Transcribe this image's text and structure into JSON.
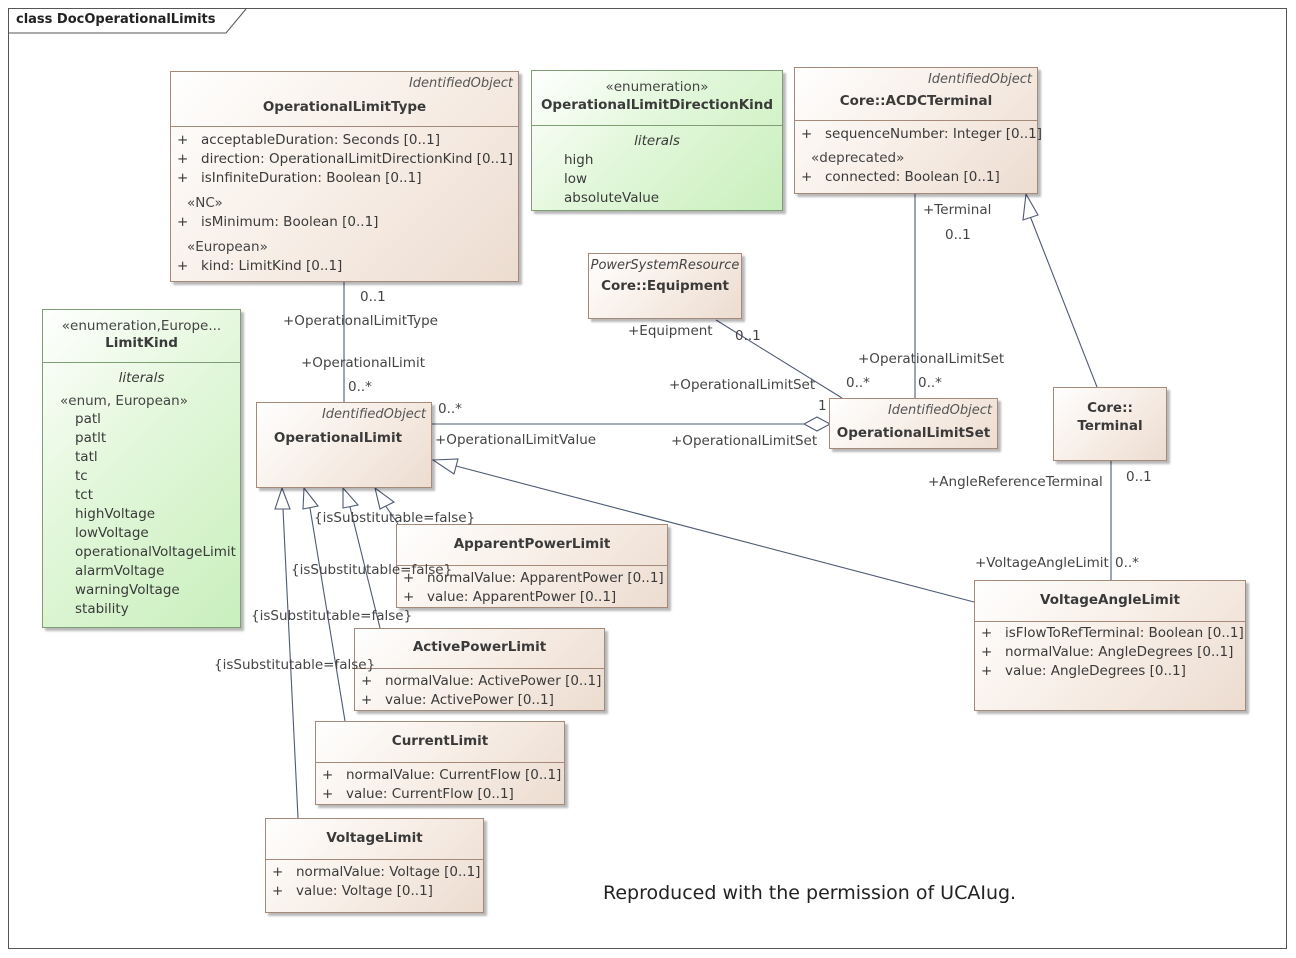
{
  "frame_title": "class DocOperationalLimits",
  "footer_note": "Reproduced with the permission of UCAIug.",
  "classes": {
    "operational_limit_type": {
      "stereotype": "IdentifiedObject",
      "name": "OperationalLimitType",
      "attrs": [
        {
          "vis": "+",
          "text": "acceptableDuration: Seconds [0..1]"
        },
        {
          "vis": "+",
          "text": "direction: OperationalLimitDirectionKind [0..1]"
        },
        {
          "vis": "+",
          "text": "isInfiniteDuration: Boolean [0..1]"
        }
      ],
      "group_nc": "«NC»",
      "attr_nc": {
        "vis": "+",
        "text": "isMinimum: Boolean [0..1]"
      },
      "group_european": "«European»",
      "attr_european": {
        "vis": "+",
        "text": "kind: LimitKind [0..1]"
      }
    },
    "direction_kind": {
      "stereotype": "«enumeration»",
      "name": "OperationalLimitDirectionKind",
      "literals_header": "literals",
      "literals": [
        "high",
        "low",
        "absoluteValue"
      ]
    },
    "acdc_terminal": {
      "stereotype": "IdentifiedObject",
      "name": "Core::ACDCTerminal",
      "attr_seq": {
        "vis": "+",
        "text": "sequenceNumber: Integer [0..1]"
      },
      "group_deprecated": "«deprecated»",
      "attr_connected": {
        "vis": "+",
        "text": "connected: Boolean [0..1]"
      }
    },
    "equipment": {
      "stereotype": "PowerSystemResource",
      "name": "Core::Equipment"
    },
    "limit_kind": {
      "stereotype": "«enumeration,Europe...",
      "name": "LimitKind",
      "literals_header": "literals",
      "group": "«enum, European»",
      "literals": [
        "patl",
        "patlt",
        "tatl",
        "tc",
        "tct",
        "highVoltage",
        "lowVoltage",
        "operationalVoltageLimit",
        "alarmVoltage",
        "warningVoltage",
        "stability"
      ]
    },
    "operational_limit": {
      "stereotype": "IdentifiedObject",
      "name": "OperationalLimit"
    },
    "operational_limit_set": {
      "stereotype": "IdentifiedObject",
      "name": "OperationalLimitSet"
    },
    "terminal": {
      "name_line1": "Core::",
      "name_line2": "Terminal"
    },
    "apparent_power_limit": {
      "name": "ApparentPowerLimit",
      "attrs": [
        {
          "vis": "+",
          "text": "normalValue: ApparentPower [0..1]"
        },
        {
          "vis": "+",
          "text": "value: ApparentPower [0..1]"
        }
      ]
    },
    "active_power_limit": {
      "name": "ActivePowerLimit",
      "attrs": [
        {
          "vis": "+",
          "text": "normalValue: ActivePower [0..1]"
        },
        {
          "vis": "+",
          "text": "value: ActivePower [0..1]"
        }
      ]
    },
    "current_limit": {
      "name": "CurrentLimit",
      "attrs": [
        {
          "vis": "+",
          "text": "normalValue: CurrentFlow [0..1]"
        },
        {
          "vis": "+",
          "text": "value: CurrentFlow [0..1]"
        }
      ]
    },
    "voltage_limit": {
      "name": "VoltageLimit",
      "attrs": [
        {
          "vis": "+",
          "text": "normalValue: Voltage [0..1]"
        },
        {
          "vis": "+",
          "text": "value: Voltage [0..1]"
        }
      ]
    },
    "voltage_angle_limit": {
      "name": "VoltageAngleLimit",
      "attrs": [
        {
          "vis": "+",
          "text": "isFlowToRefTerminal: Boolean [0..1]"
        },
        {
          "vis": "+",
          "text": "normalValue: AngleDegrees [0..1]"
        },
        {
          "vis": "+",
          "text": "value: AngleDegrees [0..1]"
        }
      ]
    }
  },
  "labels": {
    "oltype_mult": "0..1",
    "oltype_role": "+OperationalLimitType",
    "ol_role": "+OperationalLimit",
    "ol_mult": "0..*",
    "olv_mult": "0..*",
    "olv_role": "+OperationalLimitValue",
    "ols_role_ol": "+OperationalLimitSet",
    "ols_mult_ol": "1",
    "equip_role": "+Equipment",
    "equip_mult": "0..1",
    "ols_role_equip": "+OperationalLimitSet",
    "ols_mult_equip": "0..*",
    "terminal_role": "+Terminal",
    "terminal_mult": "0..1",
    "ols_role_term": "+OperationalLimitSet",
    "ols_mult_term": "0..*",
    "art_role": "+AngleReferenceTerminal",
    "art_mult": "0..1",
    "val_role": "+VoltageAngleLimit",
    "val_mult": "0..*",
    "sub1": "{isSubstitutable=false}",
    "sub2": "{isSubstitutable=false}",
    "sub3": "{isSubstitutable=false}",
    "sub4": "{isSubstitutable=false}"
  }
}
